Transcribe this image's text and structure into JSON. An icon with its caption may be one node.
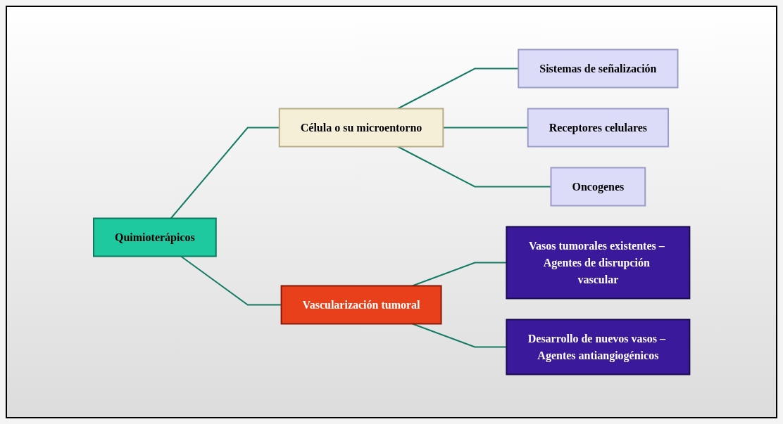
{
  "diagram": {
    "nodes": [
      {
        "text": [
          "Quimioterápicos"
        ]
      },
      {
        "text": [
          "Célula o su microentorno"
        ]
      },
      {
        "text": [
          "Vascularización tumoral"
        ]
      },
      {
        "text": [
          "Sistemas de señalización"
        ]
      },
      {
        "text": [
          "Receptores celulares"
        ]
      },
      {
        "text": [
          "Oncogenes"
        ]
      },
      {
        "text": [
          "Vasos tumorales existentes – Agentes de disrupción vascular"
        ]
      },
      {
        "text": [
          "Desarrollo de nuevos vasos – Agentes antiangiogénicos"
        ]
      }
    ],
    "edges": [
      {
        "from": 0,
        "to": 1,
        "arrow": "none"
      },
      {
        "from": 0,
        "to": 2,
        "arrow": "none"
      },
      {
        "from": 1,
        "to": 3,
        "arrow": "none"
      },
      {
        "from": 1,
        "to": 4,
        "arrow": "none"
      },
      {
        "from": 1,
        "to": 5,
        "arrow": "none"
      },
      {
        "from": 2,
        "to": 6,
        "arrow": "none"
      },
      {
        "from": 2,
        "to": 7,
        "arrow": "none"
      }
    ]
  }
}
